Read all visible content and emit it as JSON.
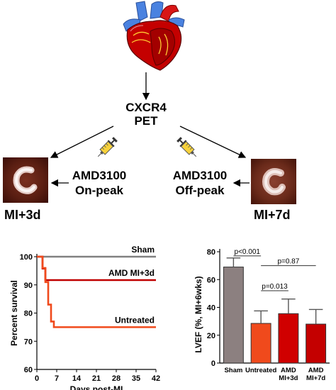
{
  "diagram": {
    "center_title_line1": "CXCR4",
    "center_title_line2": "PET",
    "left_drug_line1": "AMD3100",
    "left_drug_line2": "On-peak",
    "right_drug_line1": "AMD3100",
    "right_drug_line2": "Off-peak",
    "left_image_label": "MI+3d",
    "right_image_label": "MI+7d",
    "icons": [
      "heart-icon",
      "syringe-icon",
      "pet-scan-image"
    ]
  },
  "chart_data": [
    {
      "type": "line",
      "chart": "survival",
      "title": "",
      "xlabel": "Days post-MI",
      "ylabel": "Percent survival",
      "xlim": [
        0,
        42
      ],
      "ylim": [
        60,
        100
      ],
      "xticks": [
        0,
        7,
        14,
        21,
        28,
        35,
        42
      ],
      "yticks": [
        60,
        70,
        80,
        90,
        100
      ],
      "series": [
        {
          "name": "Sham",
          "color": "#808080",
          "steps": [
            [
              0,
              100
            ],
            [
              42,
              100
            ]
          ]
        },
        {
          "name": "AMD MI+3d",
          "color": "#c00000",
          "steps": [
            [
              0,
              100
            ],
            [
              2,
              100
            ],
            [
              2,
              95.8
            ],
            [
              3,
              95.8
            ],
            [
              3,
              91.7
            ],
            [
              42,
              91.7
            ]
          ]
        },
        {
          "name": "Untreated",
          "color": "#f04a1c",
          "steps": [
            [
              0,
              100
            ],
            [
              2,
              100
            ],
            [
              2,
              96
            ],
            [
              3,
              96
            ],
            [
              3,
              91
            ],
            [
              4,
              91
            ],
            [
              4,
              83
            ],
            [
              5,
              83
            ],
            [
              5,
              77
            ],
            [
              6,
              77
            ],
            [
              6,
              75
            ],
            [
              42,
              75
            ]
          ]
        }
      ]
    },
    {
      "type": "bar",
      "chart": "lvef",
      "title": "",
      "ylabel": "LVEF  (%, MI+6wks)",
      "ylim": [
        0,
        80
      ],
      "yticks": [
        0,
        20,
        40,
        60,
        80
      ],
      "categories": [
        "Sham",
        "Untreated",
        "AMD MI+3d",
        "AMD MI+7d"
      ],
      "category_lines": [
        [
          "Sham"
        ],
        [
          "Untreated"
        ],
        [
          "AMD",
          "MI+3d"
        ],
        [
          "AMD",
          "MI+7d"
        ]
      ],
      "values": [
        69,
        28.5,
        35.5,
        28
      ],
      "errors": [
        6.5,
        9,
        10.5,
        10.5
      ],
      "colors": [
        "#8c8080",
        "#f04a1c",
        "#d00000",
        "#c40000"
      ],
      "annotations": [
        {
          "text": "p<0.001",
          "from": 0,
          "to": 1
        },
        {
          "text": "p=0.013",
          "from": 1,
          "to": 2
        },
        {
          "text": "p=0.87",
          "from": 1,
          "to": 3
        }
      ]
    }
  ]
}
